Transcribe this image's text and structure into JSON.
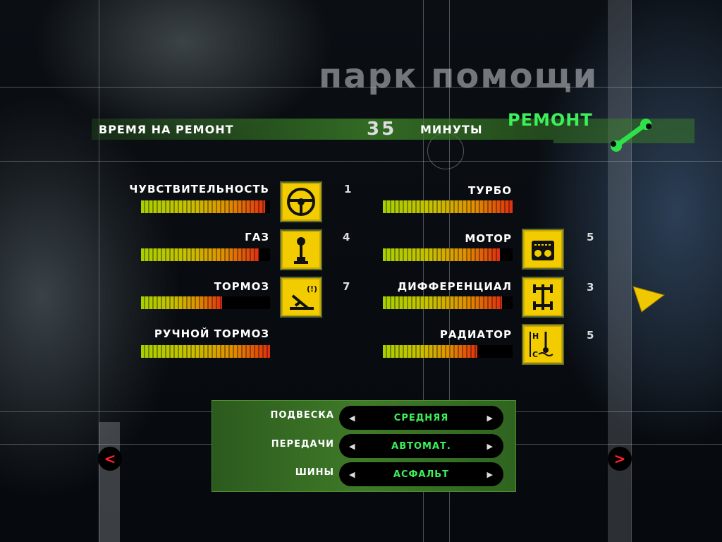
{
  "screen_title": "парк помощи",
  "repair_time": {
    "label": "ВРЕМЯ НА РЕМОНТ",
    "value": "35",
    "unit": "МИНУТЫ"
  },
  "mode": {
    "label": "РЕМОНТ",
    "icon": "wrench-icon"
  },
  "left_items": [
    {
      "label": "ЧУВСТВИТЕЛЬНОСТЬ",
      "value": "1",
      "fill": 0.96,
      "icon": "steering-wheel-icon"
    },
    {
      "label": "ГАЗ",
      "value": "4",
      "fill": 0.91,
      "icon": "gear-lever-icon"
    },
    {
      "label": "ТОРМОЗ",
      "value": "7",
      "fill": 0.63,
      "icon": "brake-pedal-icon"
    },
    {
      "label": "РУЧНОЙ ТОРМОЗ",
      "fill": 1.0
    }
  ],
  "right_items": [
    {
      "label": "ТУРБО",
      "fill": 1.0
    },
    {
      "label": "МОТОР",
      "value": "5",
      "fill": 0.9,
      "icon": "engine-icon"
    },
    {
      "label": "ДИФФЕРЕНЦИАЛ",
      "value": "3",
      "fill": 0.92,
      "icon": "drivetrain-icon"
    },
    {
      "label": "РАДИАТОР",
      "value": "5",
      "fill": 0.73,
      "icon": "coolant-temp-icon"
    }
  ],
  "settings": [
    {
      "label": "ПОДВЕСКА",
      "value": "СРЕДНЯЯ"
    },
    {
      "label": "ПЕРЕДАЧИ",
      "value": "АВТОМАТ."
    },
    {
      "label": "ШИНЫ",
      "value": "АСФАЛЬТ"
    }
  ],
  "nav": {
    "prev": "<",
    "next": ">"
  },
  "colors": {
    "accent_green": "#3cf05a",
    "icon_yellow": "#f3cc00",
    "nav_red": "#ff2030"
  }
}
